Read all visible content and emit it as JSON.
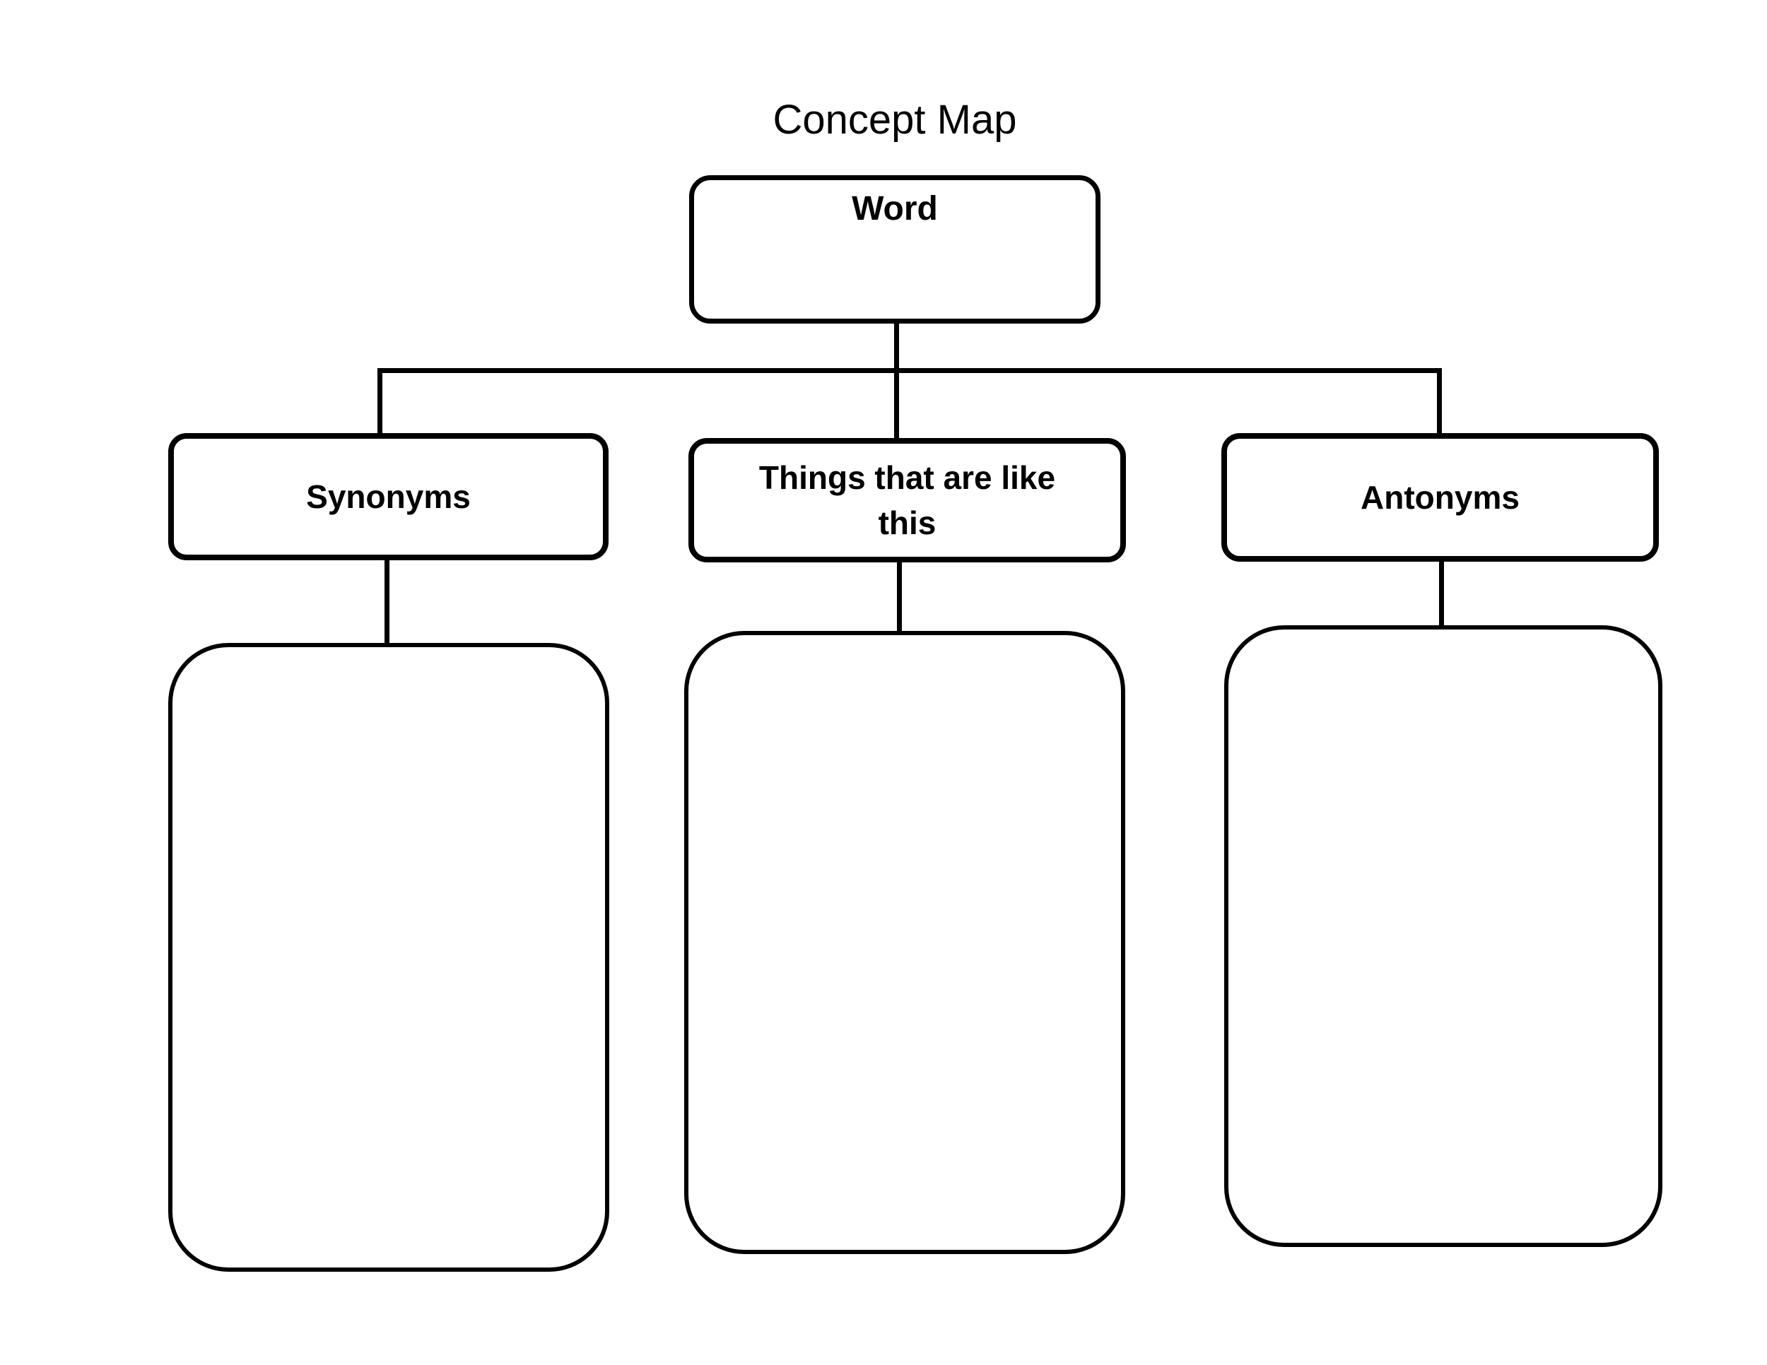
{
  "diagram": {
    "title": "Concept Map",
    "root": {
      "label": "Word"
    },
    "branches": [
      {
        "label": "Synonyms"
      },
      {
        "label": "Things that are like this"
      },
      {
        "label": "Antonyms"
      }
    ],
    "colors": {
      "ink": "#000000",
      "background": "#ffffff"
    }
  }
}
